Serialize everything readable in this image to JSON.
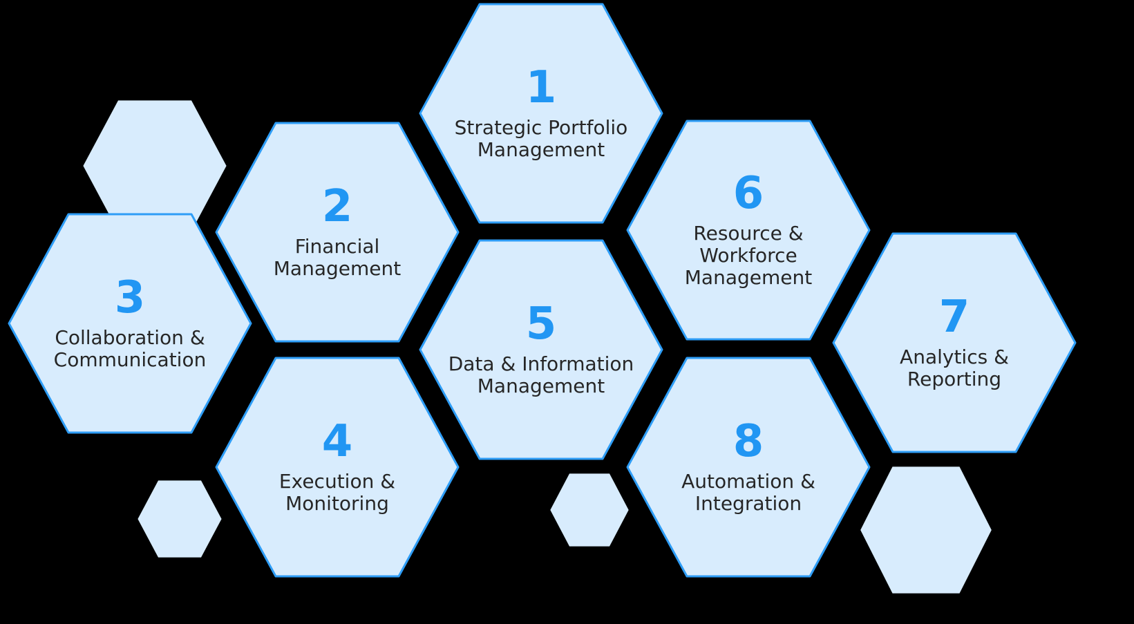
{
  "diagram": {
    "type": "hexagon-process-diagram",
    "colors": {
      "background": "#000000",
      "hex_fill": "#d8ecfd",
      "hex_stroke": "#2e9df6",
      "number_color": "#2196f3",
      "label_color": "#262626"
    },
    "hexagons": [
      {
        "number": "1",
        "label": "Strategic Portfolio\nManagement"
      },
      {
        "number": "2",
        "label": "Financial\nManagement"
      },
      {
        "number": "3",
        "label": "Collaboration &\nCommunication"
      },
      {
        "number": "4",
        "label": "Execution &\nMonitoring"
      },
      {
        "number": "5",
        "label": "Data & Information\nManagement"
      },
      {
        "number": "6",
        "label": "Resource &\nWorkforce\nManagement"
      },
      {
        "number": "7",
        "label": "Analytics &\nReporting"
      },
      {
        "number": "8",
        "label": "Automation &\nIntegration"
      }
    ]
  }
}
